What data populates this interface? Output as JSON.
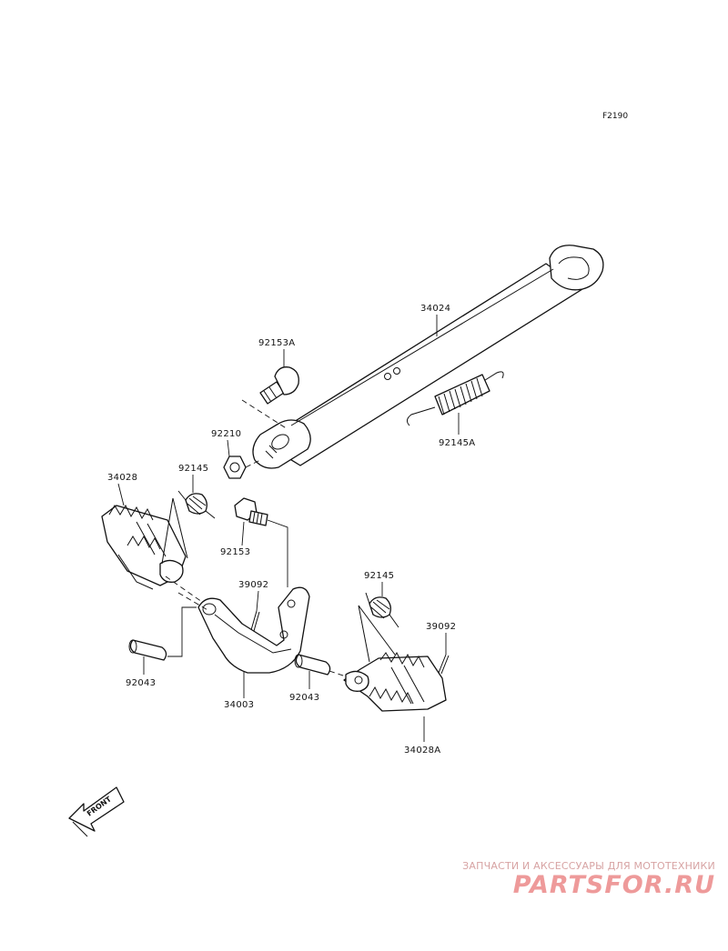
{
  "figure_ref": "F2190",
  "parts": {
    "stand": "34024",
    "bolt_a": "92153A",
    "nut": "92210",
    "spring_a": "92145A",
    "footpeg_left": "34028",
    "spring_left": "92145",
    "bolt": "92153",
    "cotter_left": "39092",
    "pin_left": "92043",
    "bracket": "34003",
    "spring_right": "92145",
    "cotter_right": "39092",
    "pin_right": "92043",
    "footpeg_right": "34028A"
  },
  "front_arrow": "FRONT",
  "watermark": {
    "line1": "ЗАПЧАСТИ И АКСЕССУАРЫ ДЛЯ МОТОТЕХНИКИ",
    "line2": "PARTSFOR.RU"
  }
}
